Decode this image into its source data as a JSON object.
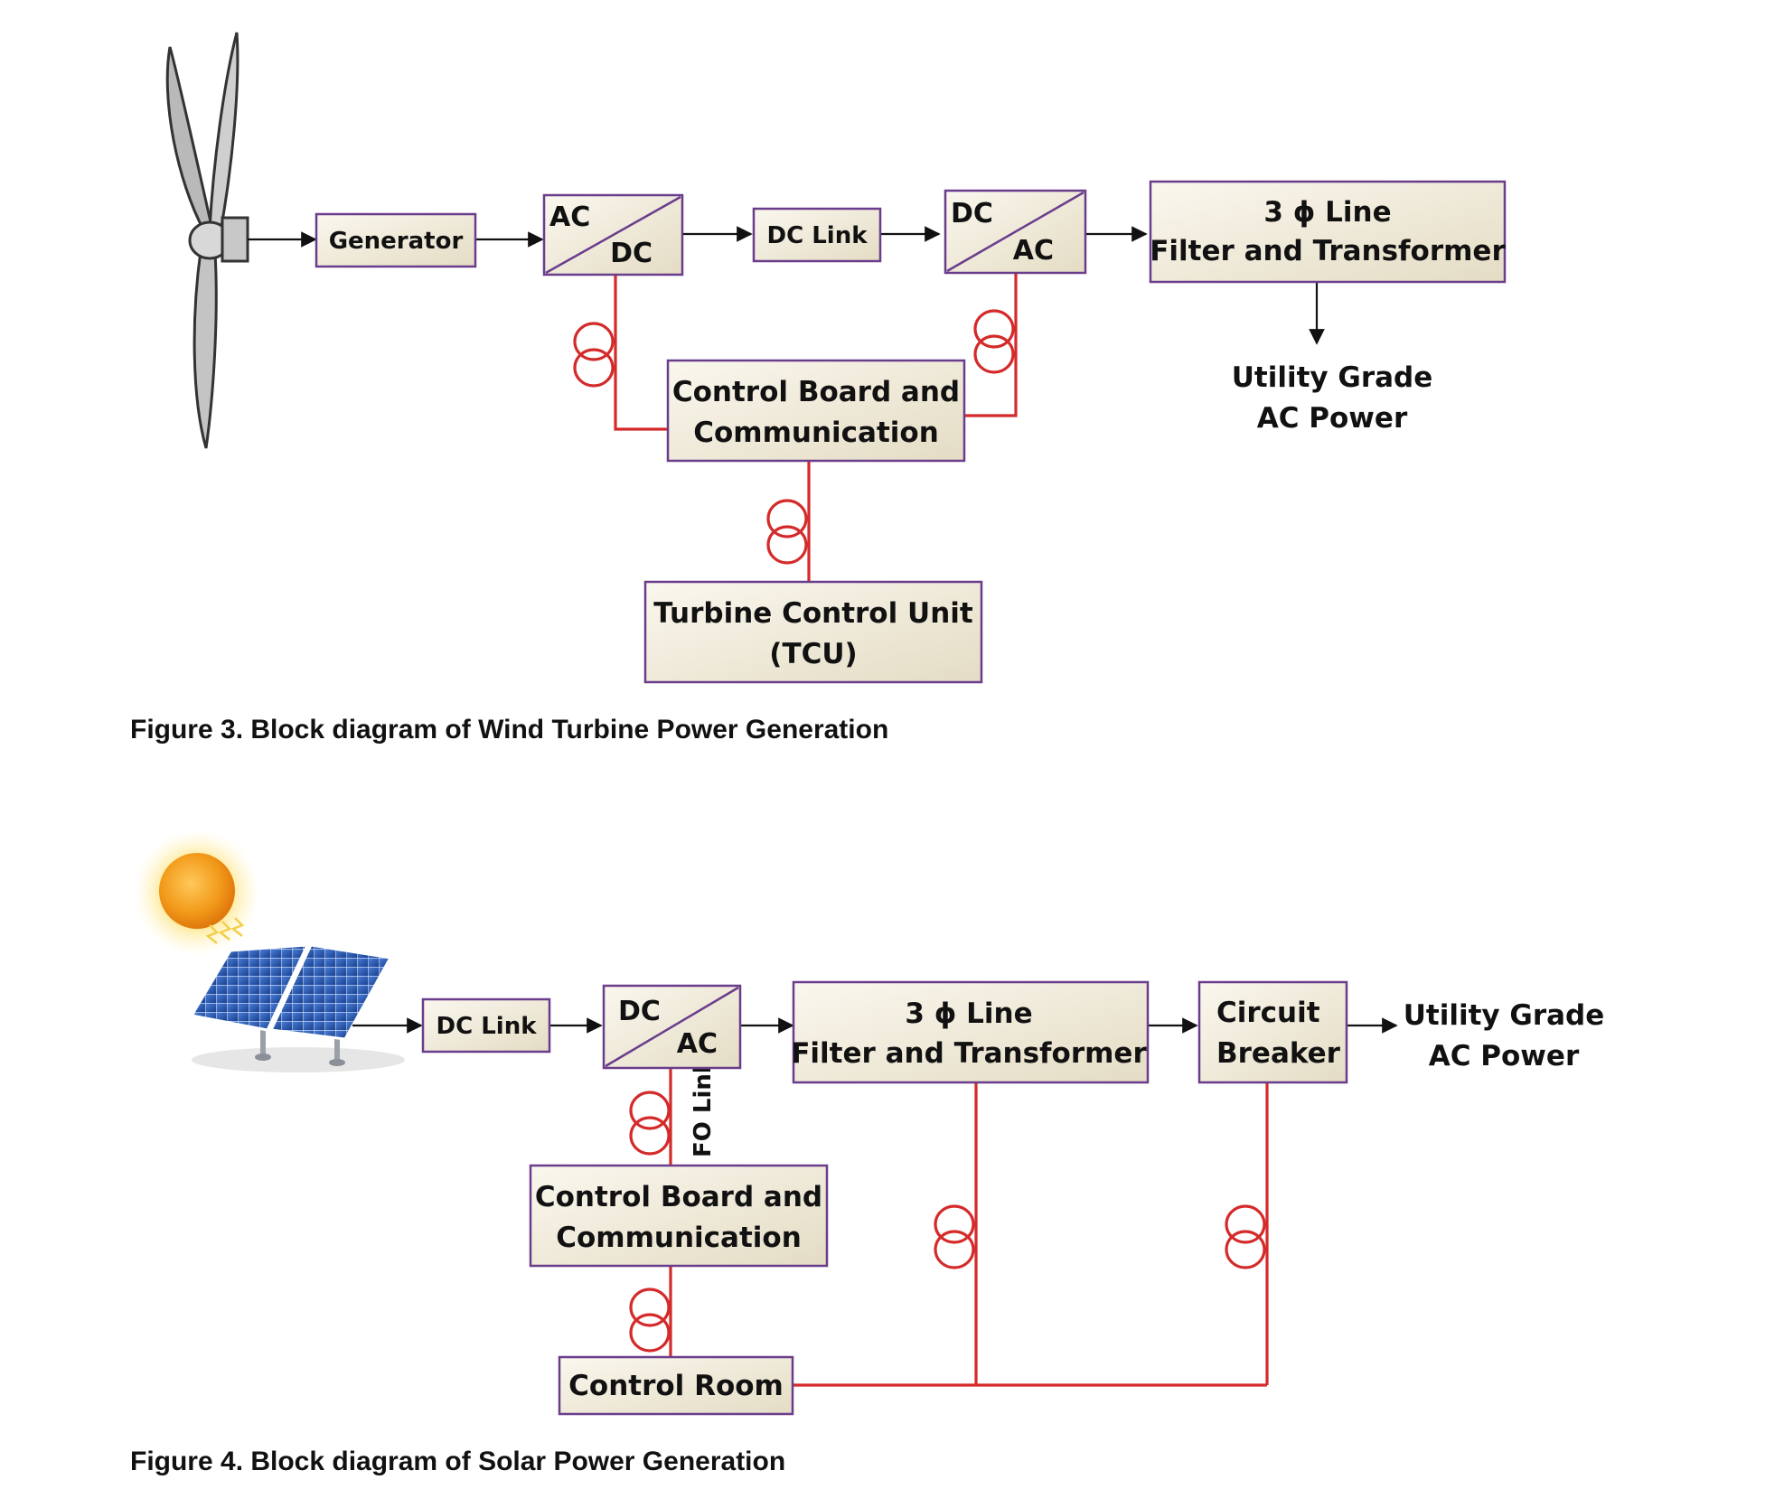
{
  "figure3": {
    "caption": "Figure 3. Block diagram of Wind Turbine Power Generation",
    "generator": "Generator",
    "conv1_top": "AC",
    "conv1_bottom": "DC",
    "dc_link": "DC Link",
    "conv2_top": "DC",
    "conv2_bottom": "AC",
    "filter_line1": "3 ϕ Line",
    "filter_line2": "Filter and Transformer",
    "control_line1": "Control Board and",
    "control_line2": "Communication",
    "tcu_line1": "Turbine Control Unit",
    "tcu_line2": "(TCU)",
    "output_line1": "Utility Grade",
    "output_line2": "AC Power",
    "icon": "wind-turbine-icon"
  },
  "figure4": {
    "caption": "Figure 4. Block diagram of Solar Power Generation",
    "dc_link": "DC Link",
    "conv_top": "DC",
    "conv_bottom": "AC",
    "fo_link": "FO Link",
    "filter_line1": "3 ϕ Line",
    "filter_line2": "Filter and Transformer",
    "breaker_line1": "Circuit",
    "breaker_line2": "Breaker",
    "control_line1": "Control Board and",
    "control_line2": "Communication",
    "control_room": "Control Room",
    "output_line1": "Utility Grade",
    "output_line2": "AC Power",
    "icon_sun": "sun-icon",
    "icon_panel": "solar-panel-icon"
  },
  "colors": {
    "box_border": "#6a3d8c",
    "box_fill_light": "#faf7ee",
    "box_fill_dark": "#e4dcc4",
    "fiber_link": "#d42a2a",
    "signal_line": "#111111"
  }
}
